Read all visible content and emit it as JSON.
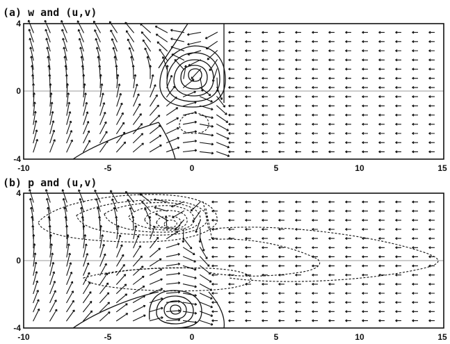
{
  "panels": [
    {
      "id": "a",
      "title": "(a) w and (u,v)",
      "xticks": [
        -10,
        -5,
        0,
        5,
        10,
        15
      ],
      "yticks": [
        -4,
        0,
        4
      ],
      "xlim": [
        -10,
        15
      ],
      "ylim": [
        -4,
        4
      ]
    },
    {
      "id": "b",
      "title": "(b) p and (u,v)",
      "xticks": [
        -10,
        -5,
        0,
        5,
        10,
        15
      ],
      "yticks": [
        -4,
        0,
        4
      ],
      "xlim": [
        -10,
        15
      ],
      "ylim": [
        -4,
        4
      ]
    }
  ],
  "x_tick_labels": [
    "-10",
    "-5",
    "0",
    "5",
    "10",
    "15"
  ],
  "y_tick_labels": [
    "-4",
    "0",
    "4"
  ]
}
